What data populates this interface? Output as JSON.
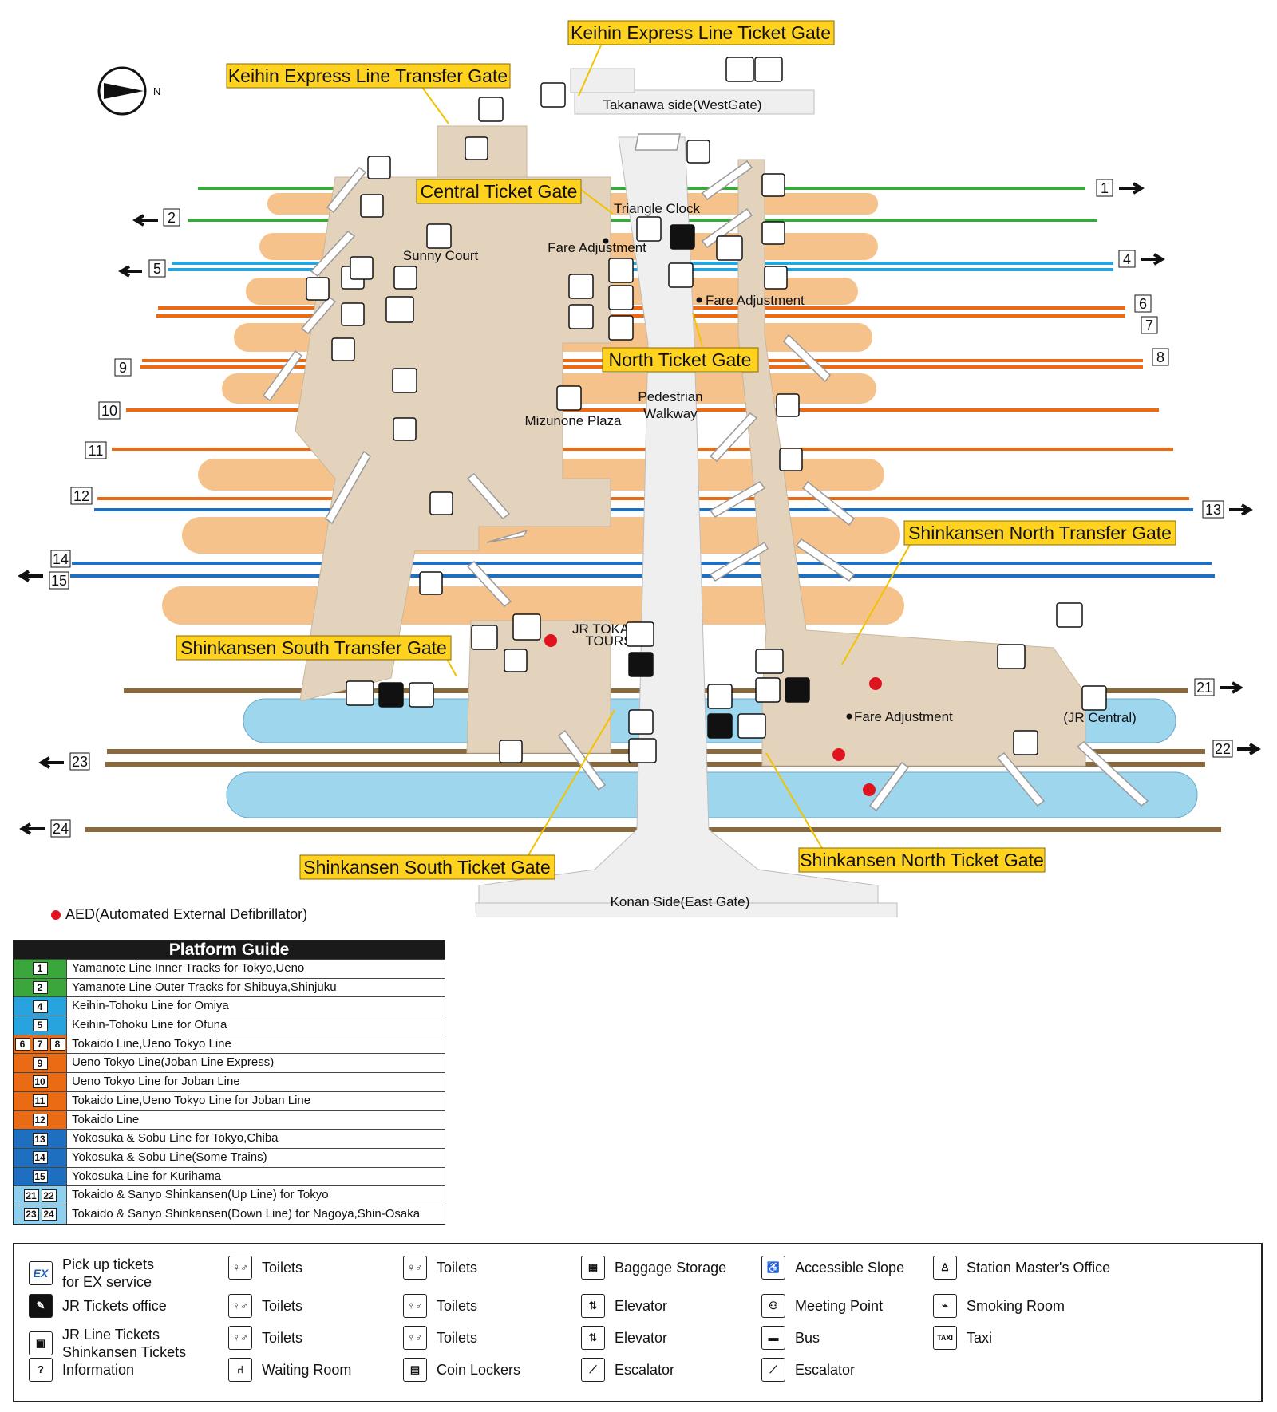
{
  "gates": {
    "keihin_ticket": "Keihin Express Line Ticket Gate",
    "keihin_transfer": "Keihin Express Line Transfer Gate",
    "central": "Central Ticket Gate",
    "north": "North Ticket Gate",
    "shinkansen_north_transfer": "Shinkansen North Transfer Gate",
    "shinkansen_south_transfer": "Shinkansen South Transfer Gate",
    "shinkansen_south_ticket": "Shinkansen South Ticket Gate",
    "shinkansen_north_ticket": "Shinkansen North Ticket Gate"
  },
  "places": {
    "takanawa": "Takanawa side(WestGate)",
    "konan": "Konan Side(East Gate)",
    "triangle_clock": "Triangle Clock",
    "fare_adjustment": "Fare Adjustment",
    "sunny_court": "Sunny Court",
    "mizunone_plaza": "Mizunone Plaza",
    "pedestrian": "Pedestrian",
    "walkway": "Walkway",
    "jr_tokai": "JR TOKAI",
    "tours": "TOURS",
    "jr_central": "(JR Central)"
  },
  "compass": "N",
  "platform_numbers": [
    "1",
    "2",
    "4",
    "5",
    "6",
    "7",
    "8",
    "9",
    "10",
    "11",
    "12",
    "13",
    "14",
    "15",
    "21",
    "22",
    "23",
    "24"
  ],
  "aed_note": "AED(Automated External Defibrillator)",
  "platform_guide": {
    "title": "Platform Guide",
    "rows": [
      {
        "nums": [
          "1"
        ],
        "text": "Yamanote Line Inner Tracks for Tokyo,Ueno",
        "color": "#3aa63c"
      },
      {
        "nums": [
          "2"
        ],
        "text": "Yamanote Line Outer Tracks for Shibuya,Shinjuku",
        "color": "#3aa63c"
      },
      {
        "nums": [
          "4"
        ],
        "text": "Keihin-Tohoku Line for Omiya",
        "color": "#27a3dd"
      },
      {
        "nums": [
          "5"
        ],
        "text": "Keihin-Tohoku Line for Ofuna",
        "color": "#27a3dd"
      },
      {
        "nums": [
          "6",
          "7",
          "8"
        ],
        "text": "Tokaido Line,Ueno Tokyo Line",
        "color": "#eb6a14"
      },
      {
        "nums": [
          "9"
        ],
        "text": "Ueno Tokyo Line(Joban Line Express)",
        "color": "#eb6a14"
      },
      {
        "nums": [
          "10"
        ],
        "text": "Ueno Tokyo Line for Joban Line",
        "color": "#eb6a14"
      },
      {
        "nums": [
          "11"
        ],
        "text": "Tokaido Line,Ueno Tokyo Line for Joban Line",
        "color": "#eb6a14"
      },
      {
        "nums": [
          "12"
        ],
        "text": "Tokaido Line",
        "color": "#eb6a14"
      },
      {
        "nums": [
          "13"
        ],
        "text": "Yokosuka & Sobu Line for Tokyo,Chiba",
        "color": "#1f6fc1"
      },
      {
        "nums": [
          "14"
        ],
        "text": "Yokosuka & Sobu Line(Some Trains)",
        "color": "#1f6fc1"
      },
      {
        "nums": [
          "15"
        ],
        "text": "Yokosuka Line for Kurihama",
        "color": "#1f6fc1"
      },
      {
        "nums": [
          "21",
          "22"
        ],
        "text": "Tokaido & Sanyo Shinkansen(Up Line) for Tokyo",
        "color": "#8fd0ee"
      },
      {
        "nums": [
          "23",
          "24"
        ],
        "text": "Tokaido & Sanyo Shinkansen(Down Line) for Nagoya,Shin-Osaka",
        "color": "#8fd0ee"
      }
    ]
  },
  "legend": [
    {
      "icon": "ex-service-icon",
      "glyph": "EX",
      "label": "Pick up tickets\nfor EX service"
    },
    {
      "icon": "jr-tickets-office-icon",
      "glyph": "✎",
      "label": "JR Tickets office"
    },
    {
      "icon": "jr-line-tickets-icon",
      "glyph": "▣",
      "label": "JR Line Tickets\nShinkansen Tickets"
    },
    {
      "icon": "information-icon",
      "glyph": "?",
      "label": "Information"
    },
    {
      "icon": "toilets-icon",
      "glyph": "♀♂",
      "label": "Toilets"
    },
    {
      "icon": "toilets-accessible-icon",
      "glyph": "♀♂",
      "label": "Toilets"
    },
    {
      "icon": "toilets-ostomate-icon",
      "glyph": "♀♂",
      "label": "Toilets"
    },
    {
      "icon": "waiting-room-icon",
      "glyph": "⑁",
      "label": "Waiting Room"
    },
    {
      "icon": "toilets-baby-icon",
      "glyph": "♀♂",
      "label": "Toilets"
    },
    {
      "icon": "toilets-full-icon",
      "glyph": "♀♂",
      "label": "Toilets"
    },
    {
      "icon": "toilets-family-icon",
      "glyph": "♀♂",
      "label": "Toilets"
    },
    {
      "icon": "coin-lockers-icon",
      "glyph": "▤",
      "label": "Coin Lockers"
    },
    {
      "icon": "baggage-storage-icon",
      "glyph": "▦",
      "label": "Baggage Storage"
    },
    {
      "icon": "elevator-icon",
      "glyph": "⇅",
      "label": "Elevator"
    },
    {
      "icon": "elevator-accessible-icon",
      "glyph": "⇅",
      "label": "Elevator"
    },
    {
      "icon": "escalator-icon",
      "glyph": "⟋",
      "label": "Escalator"
    },
    {
      "icon": "accessible-slope-icon",
      "glyph": "♿",
      "label": "Accessible Slope"
    },
    {
      "icon": "meeting-point-icon",
      "glyph": "⚇",
      "label": "Meeting Point"
    },
    {
      "icon": "bus-icon",
      "glyph": "▬",
      "label": "Bus"
    },
    {
      "icon": "escalator-accessible-icon",
      "glyph": "⟋",
      "label": "Escalator"
    },
    {
      "icon": "station-master-icon",
      "glyph": "♙",
      "label": "Station Master's Office"
    },
    {
      "icon": "smoking-room-icon",
      "glyph": "⌁",
      "label": "Smoking Room"
    },
    {
      "icon": "taxi-icon",
      "glyph": "TAXI",
      "label": "Taxi"
    }
  ],
  "colors": {
    "concourse": "#e3d3bd",
    "walkway": "#efefef",
    "platform_conventional": "#f6c28c",
    "platform_shinkansen": "#9ed6ee",
    "yamanote": "#3aa63c",
    "keihin_tohoku": "#27a3dd",
    "tokaido": "#eb6a14",
    "yokosuka": "#1f6fc1",
    "shinkansen": "#8a6a3c",
    "gate_label": "#ffd21f",
    "aed": "#e0141e"
  }
}
